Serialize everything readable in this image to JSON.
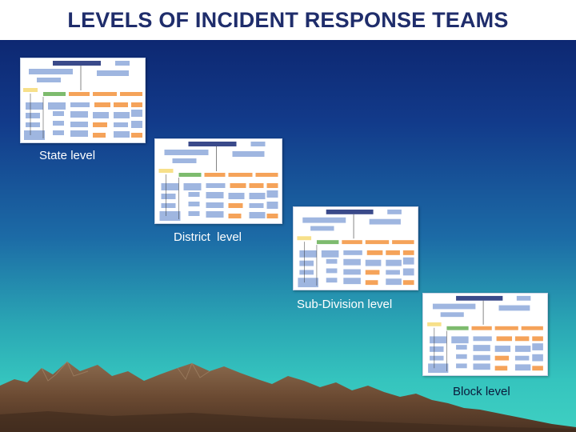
{
  "header": {
    "title": "LEVELS OF INCIDENT RESPONSE TEAMS"
  },
  "levels": [
    {
      "label": "State level"
    },
    {
      "label": "District  level"
    },
    {
      "label": "Sub-Division level"
    },
    {
      "label": "Block level"
    }
  ],
  "colors": {
    "background_top": "#0b1f66",
    "background_bottom": "#3fd0c2",
    "title_text": "#1f2d6b",
    "chart_box_blue": "#9fb6e0",
    "chart_box_orange": "#f5a35a",
    "chart_box_green": "#7dbb6e",
    "chart_box_yellow": "#f7e08a",
    "mountain_brown": "#6b4a32"
  }
}
